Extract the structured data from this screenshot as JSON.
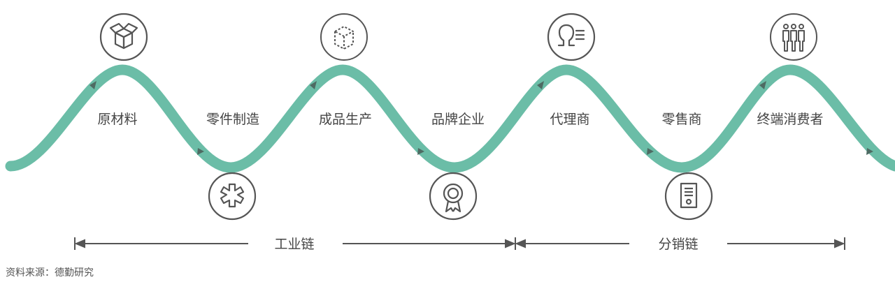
{
  "stages": [
    {
      "label": "原材料",
      "icon": "box-icon"
    },
    {
      "label": "零件制造",
      "icon": "gear-icon"
    },
    {
      "label": "成品生产",
      "icon": "cube-icon"
    },
    {
      "label": "品牌企业",
      "icon": "award-icon"
    },
    {
      "label": "代理商",
      "icon": "agent-icon"
    },
    {
      "label": "零售商",
      "icon": "document-icon"
    },
    {
      "label": "终端消费者",
      "icon": "people-icon"
    }
  ],
  "chains": {
    "industrial": "工业链",
    "distribution": "分销链"
  },
  "source": "资料来源：德勤研究",
  "colors": {
    "wave": "#6bbda7",
    "wave_marker": "#4e6b63",
    "icon_stroke": "#555555",
    "text": "#444444",
    "line": "#555555"
  }
}
